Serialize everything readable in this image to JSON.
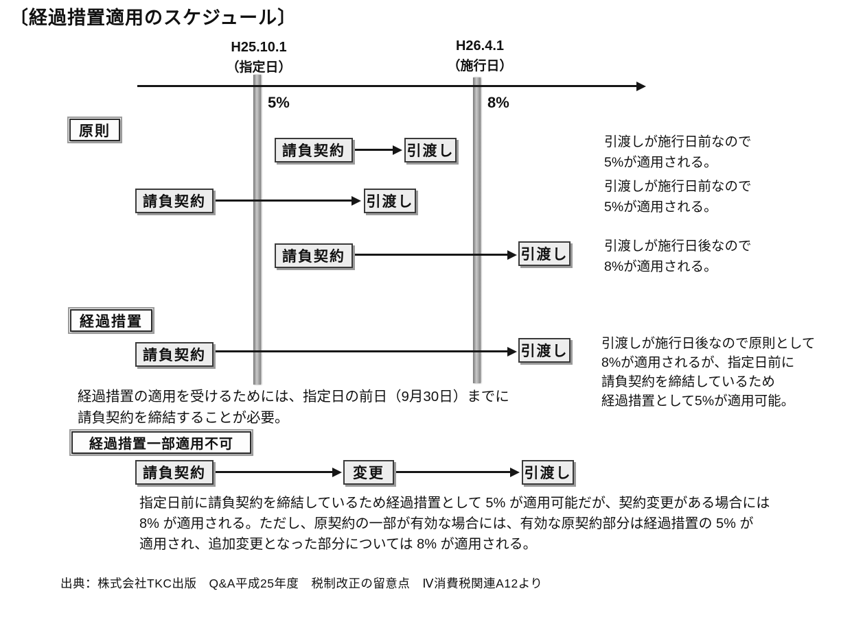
{
  "title": "〔経過措置適用のスケジュール〕",
  "timeline": {
    "date1_label": "H25.10.1",
    "date1_sub": "（指定日）",
    "date2_label": "H26.4.1",
    "date2_sub": "（施行日）",
    "rate_left": "5%",
    "rate_right": "8%"
  },
  "section_principle": "原則",
  "section_transitional": "経過措置",
  "section_partial": "経過措置一部適用不可",
  "boxes": {
    "contract": "請負契約",
    "delivery": "引渡し",
    "change": "変更"
  },
  "notes": {
    "row1": [
      "引渡しが施行日前なので",
      "5%が適用される。"
    ],
    "row2": [
      "引渡しが施行日前なので",
      "5%が適用される。"
    ],
    "row3": [
      "引渡しが施行日後なので",
      "8%が適用される。"
    ],
    "row4": [
      "引渡しが施行日後なので原則として",
      "8%が適用されるが、指定日前に",
      "請負契約を締結しているため",
      "経過措置として5%が適用可能。"
    ]
  },
  "mid_text": [
    "経過措置の適用を受けるためには、指定日の前日（9月30日）までに",
    "請負契約を締結することが必要。"
  ],
  "bottom_text": [
    "指定日前に請負契約を締結しているため経過措置として 5% が適用可能だが、契約変更がある場合には",
    "8% が適用される。ただし、原契約の一部が有効な場合には、有効な原契約部分は経過措置の 5% が",
    "適用され、追加変更となった部分については 8% が適用される。"
  ],
  "source": "出典：株式会社TKC出版　Q&A平成25年度　税制改正の留意点　Ⅳ消費税関連A12より"
}
